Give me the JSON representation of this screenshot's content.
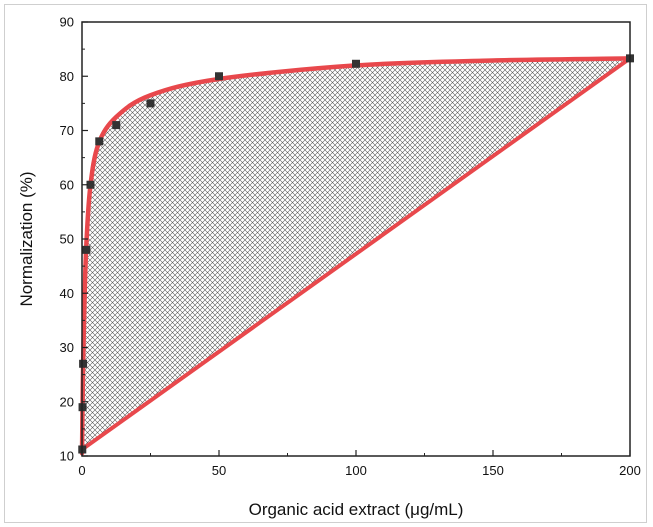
{
  "chart_data": {
    "type": "line",
    "title": "",
    "xlabel": "Organic acid extract (μg/mL)",
    "ylabel": "Normalization (%)",
    "xlim": [
      0,
      200
    ],
    "ylim": [
      10,
      90
    ],
    "xticks": [
      0,
      50,
      100,
      150,
      200
    ],
    "yticks": [
      10,
      20,
      30,
      40,
      50,
      60,
      70,
      80,
      90
    ],
    "grid": false,
    "legend": "none",
    "fill": "crosshatch area between fitted curve and straight line",
    "series": [
      {
        "type": "scatter",
        "marker": "square",
        "color": "#333333",
        "x": [
          0.1,
          0.2,
          0.4,
          1.6,
          3.1,
          6.3,
          12.5,
          25,
          50,
          100,
          200
        ],
        "y": [
          11.2,
          19,
          27,
          48,
          60,
          68,
          71,
          75,
          80,
          82.3,
          83.3
        ]
      },
      {
        "type": "curve",
        "color": "#e8484c",
        "x": [
          0,
          0.3,
          0.7,
          1.5,
          3,
          6,
          12.5,
          25,
          50,
          100,
          150,
          200
        ],
        "y": [
          10.5,
          23,
          34,
          48,
          59.5,
          67.5,
          72.5,
          76.5,
          79.5,
          82,
          82.9,
          83.3
        ]
      },
      {
        "type": "line",
        "color": "#e8484c",
        "x": [
          0,
          200
        ],
        "y": [
          11.2,
          83.3
        ]
      }
    ]
  }
}
